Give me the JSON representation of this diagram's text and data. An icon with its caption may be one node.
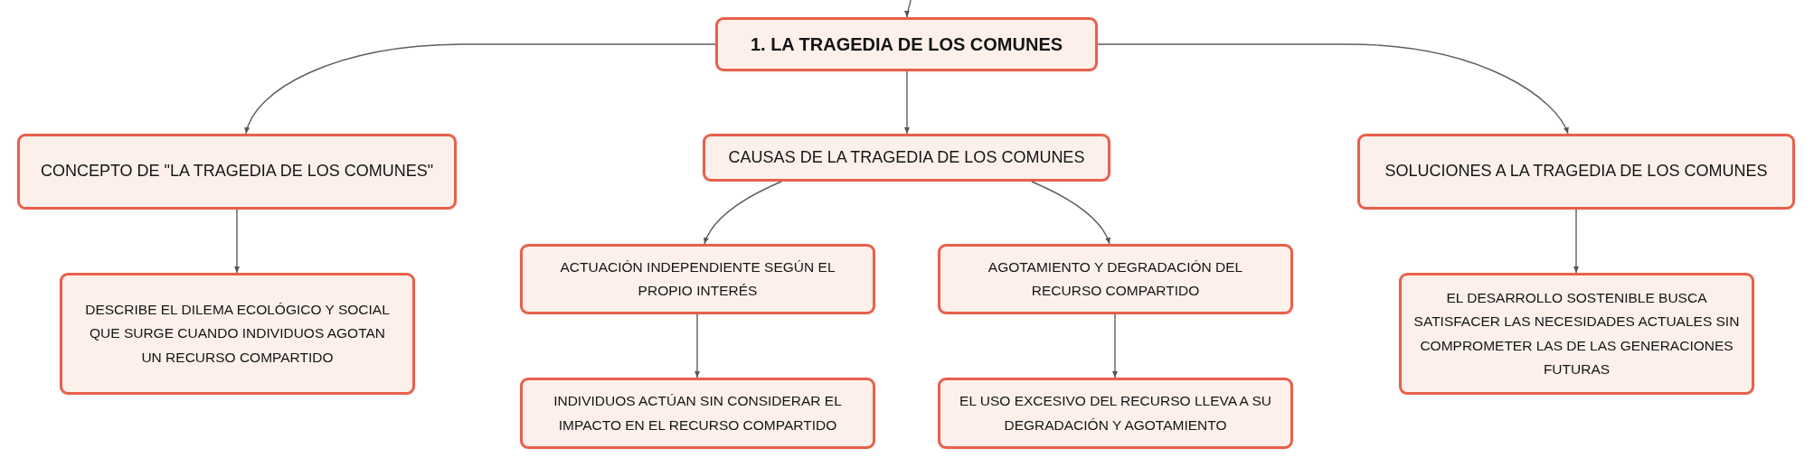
{
  "diagram": {
    "nodes": [
      {
        "text": [
          "1. LA TRAGEDIA DE LOS COMUNES"
        ]
      },
      {
        "text": [
          "CONCEPTO DE \"LA TRAGEDIA DE LOS COMUNES\""
        ]
      },
      {
        "text": [
          "CAUSAS DE LA TRAGEDIA DE LOS COMUNES"
        ]
      },
      {
        "text": [
          "SOLUCIONES A LA TRAGEDIA DE LOS COMUNES"
        ]
      },
      {
        "text": [
          "DESCRIBE EL DILEMA ECOLÓGICO Y SOCIAL QUE SURGE CUANDO INDIVIDUOS AGOTAN UN RECURSO COMPARTIDO"
        ]
      },
      {
        "text": [
          "ACTUACIÓN INDEPENDIENTE SEGÚN EL PROPIO INTERÉS"
        ]
      },
      {
        "text": [
          "AGOTAMIENTO Y DEGRADACIÓN DEL RECURSO COMPARTIDO"
        ]
      },
      {
        "text": [
          "EL DESARROLLO SOSTENIBLE BUSCA SATISFACER LAS NECESIDADES ACTUALES SIN COMPROMETER LAS DE LAS GENERACIONES FUTURAS"
        ]
      },
      {
        "text": [
          "INDIVIDUOS ACTÚAN SIN CONSIDERAR EL IMPACTO EN EL RECURSO COMPARTIDO"
        ]
      },
      {
        "text": [
          "EL USO EXCESIVO DEL RECURSO LLEVA A SU DEGRADACIÓN Y AGOTAMIENTO"
        ]
      }
    ],
    "edges": [
      {
        "from": null,
        "to": 0,
        "arrow": "to"
      },
      {
        "from": 0,
        "to": 1,
        "arrow": "to"
      },
      {
        "from": 0,
        "to": 2,
        "arrow": "to"
      },
      {
        "from": 0,
        "to": 3,
        "arrow": "to"
      },
      {
        "from": 1,
        "to": 4,
        "arrow": "to"
      },
      {
        "from": 2,
        "to": 5,
        "arrow": "to"
      },
      {
        "from": 2,
        "to": 6,
        "arrow": "to"
      },
      {
        "from": 3,
        "to": 7,
        "arrow": "to"
      },
      {
        "from": 5,
        "to": 8,
        "arrow": "to"
      },
      {
        "from": 6,
        "to": 9,
        "arrow": "to"
      }
    ]
  }
}
